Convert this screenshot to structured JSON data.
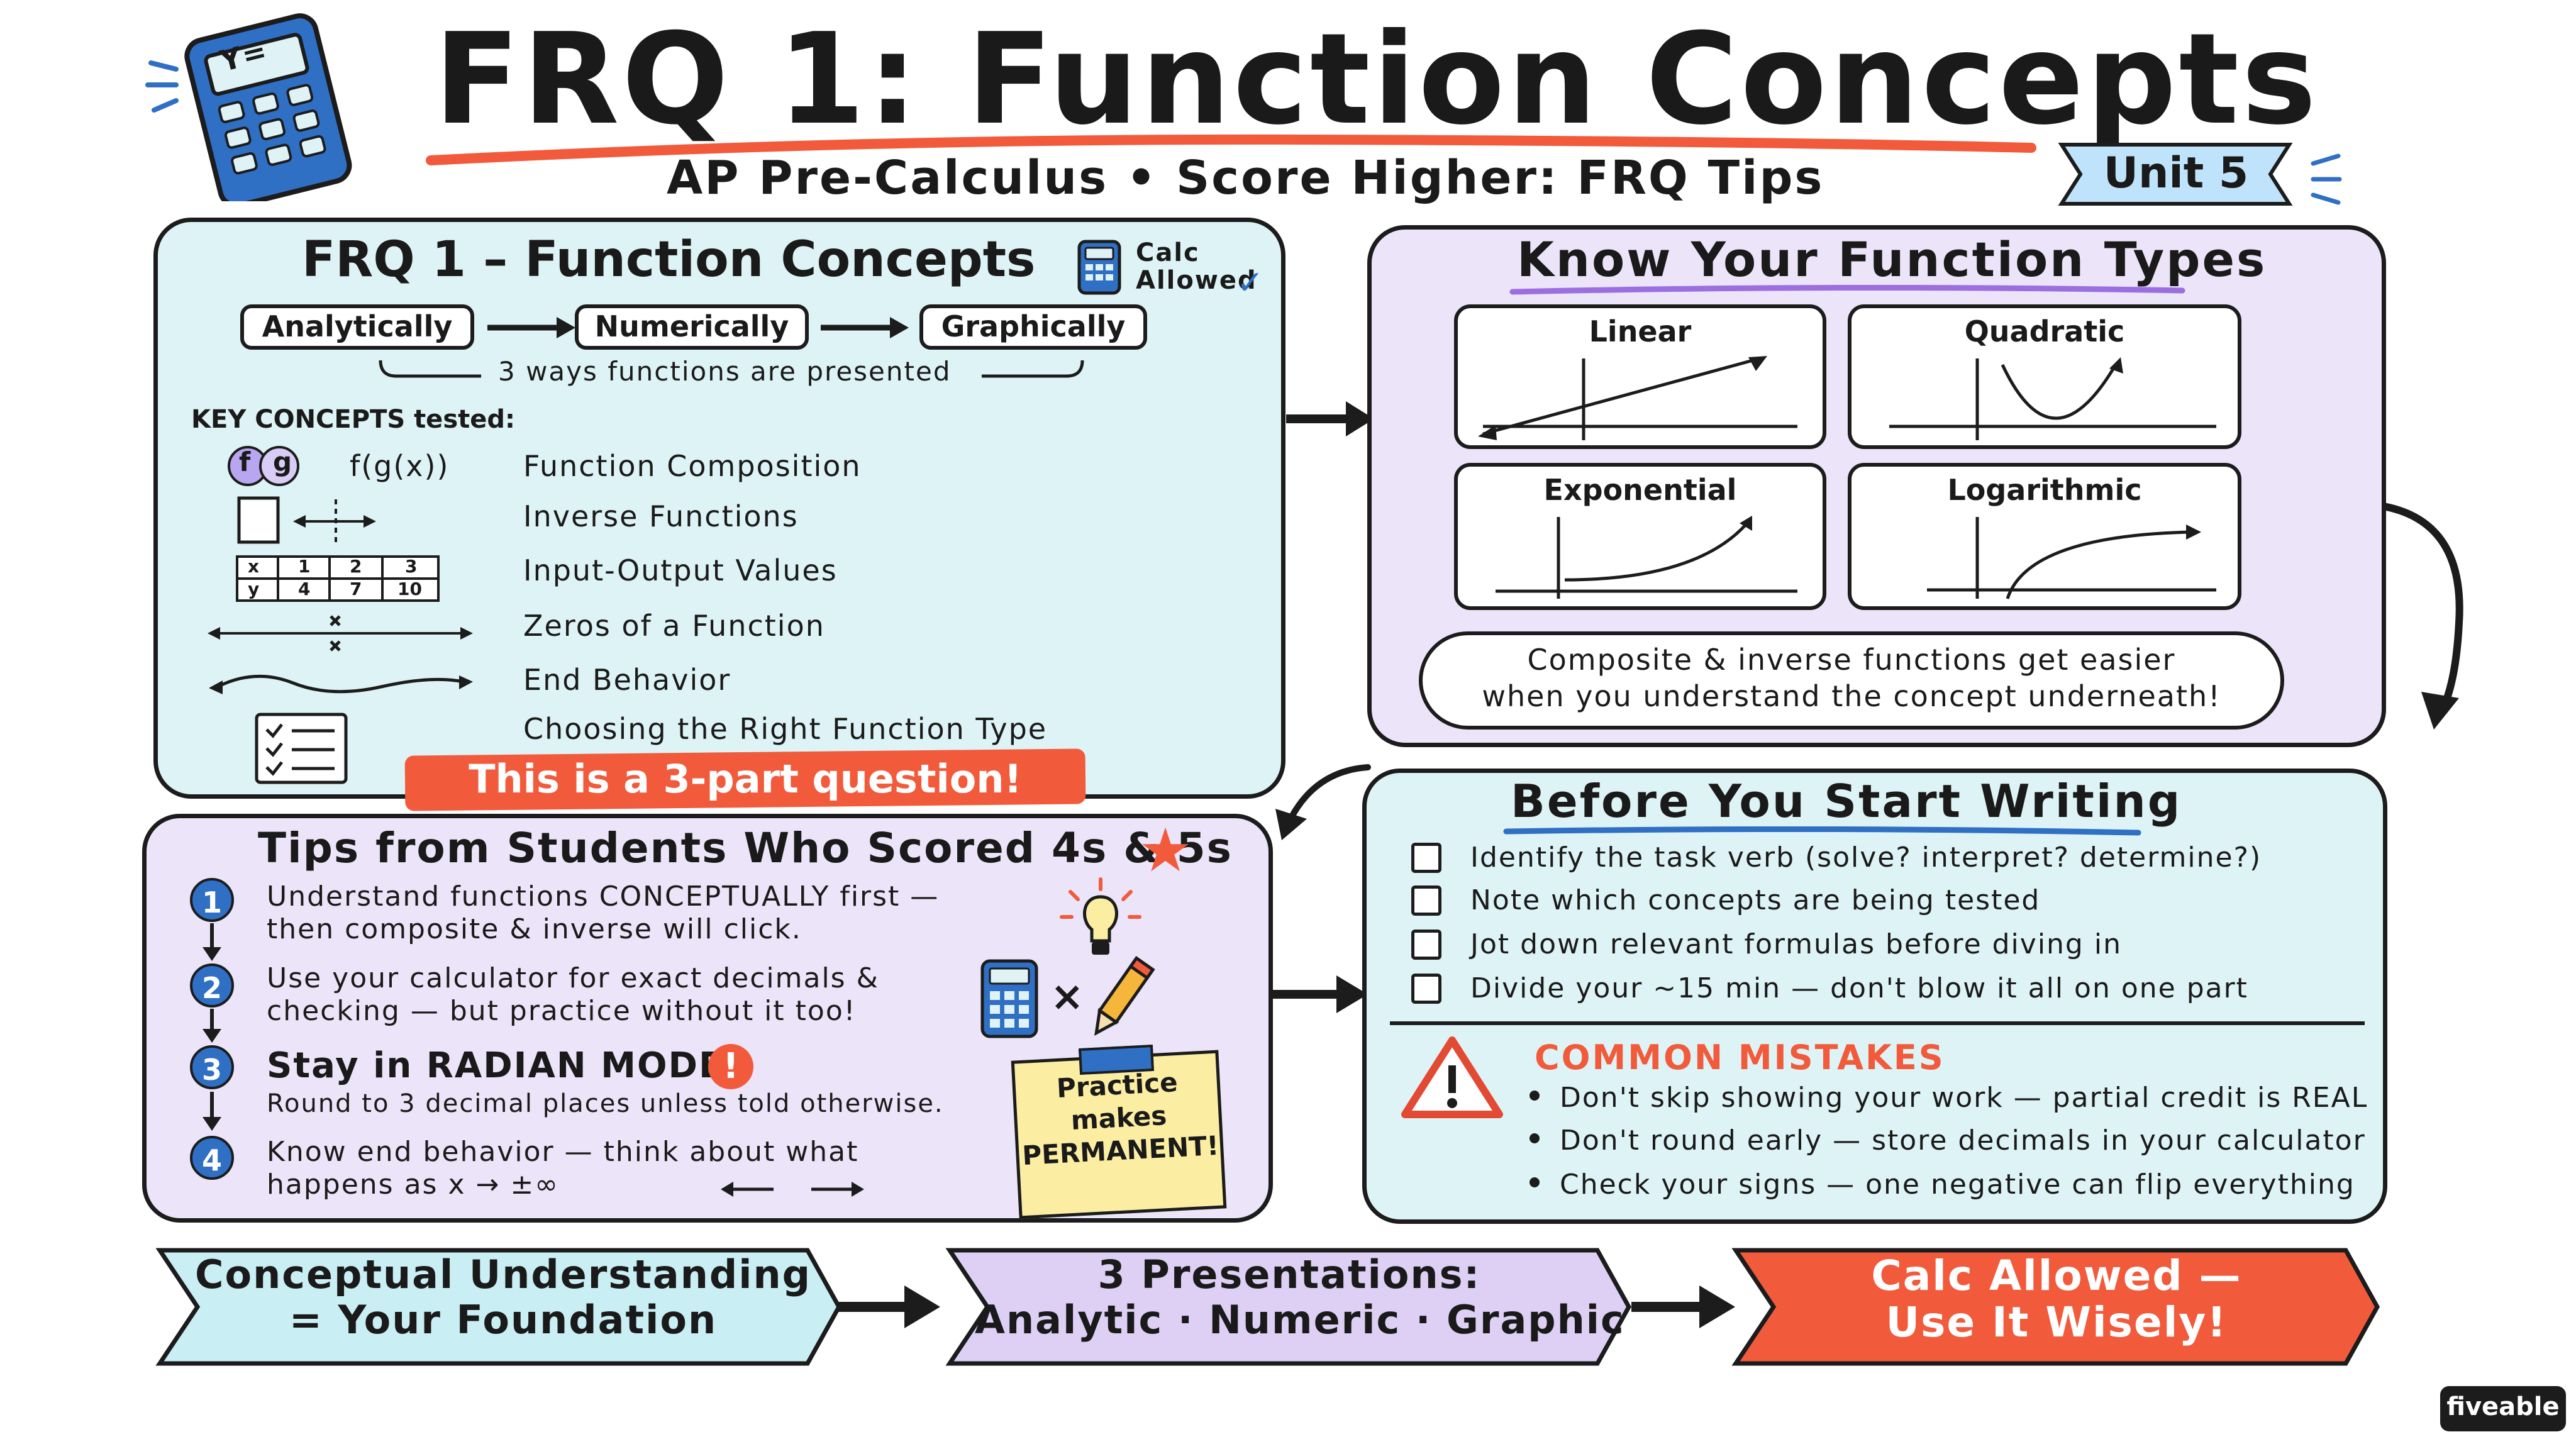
{
  "header": {
    "title": "FRQ 1: Function Concepts",
    "subtitle": "AP Pre-Calculus  •  Score Higher: FRQ Tips",
    "unit_badge": "Unit 5",
    "calculator_screen": "Y="
  },
  "concepts_panel": {
    "title": "FRQ 1 – Function Concepts",
    "calc_label": "Calc\nAllowed",
    "ways": [
      "Analytically",
      "Numerically",
      "Graphically"
    ],
    "ways_caption": "3 ways functions are presented",
    "key_concepts_label": "KEY CONCEPTS tested:",
    "composition_symbol": "f(g(x))",
    "composition_f": "f",
    "composition_g": "g",
    "concepts": [
      "Function Composition",
      "Inverse Functions",
      "Input-Output Values",
      "Zeros of a Function",
      "End Behavior",
      "Choosing the Right Function Type"
    ],
    "table": {
      "x_label": "x",
      "y_label": "y",
      "x_values": [
        "1",
        "2",
        "3"
      ],
      "y_values": [
        "4",
        "7",
        "10"
      ]
    },
    "banner": "This is a 3-part question!"
  },
  "types_panel": {
    "title": "Know Your Function Types",
    "types": [
      "Linear",
      "Quadratic",
      "Exponential",
      "Logarithmic"
    ],
    "note": "Composite & inverse functions get easier\nwhen you understand the concept underneath!"
  },
  "tips_panel": {
    "title": "Tips from Students Who Scored 4s & 5s",
    "tips": [
      {
        "n": "1",
        "line1": "Understand functions CONCEPTUALLY first —",
        "line2": "then composite & inverse will click."
      },
      {
        "n": "2",
        "line1": "Use your calculator for exact decimals &",
        "line2": "checking — but practice without it too!"
      },
      {
        "n": "3",
        "line1": "Stay in RADIAN MODE",
        "line2": "Round to 3 decimal places unless told otherwise."
      },
      {
        "n": "4",
        "line1": "Know end behavior — think about what",
        "line2": "happens as x → ±∞"
      }
    ],
    "times_symbol": "×",
    "sticky_note": "Practice\nmakes\nPERMANENT!"
  },
  "writing_panel": {
    "title": "Before You Start Writing",
    "checklist": [
      "Identify the task verb (solve? interpret? determine?)",
      "Note which concepts are being tested",
      "Jot down relevant formulas before diving in",
      "Divide your ~15 min — don't blow it all on one part"
    ],
    "mistakes_title": "COMMON MISTAKES",
    "mistakes": [
      "Don't skip showing your work — partial credit is REAL",
      "Don't round early — store decimals in your calculator",
      "Check your signs — one negative can flip everything"
    ]
  },
  "footer": {
    "ribbons": [
      {
        "line1": "Conceptual Understanding",
        "line2": "= Your Foundation",
        "color": "#c9eef3"
      },
      {
        "line1": "3 Presentations:",
        "line2": "Analytic · Numeric · Graphic",
        "color": "#ddd0f4"
      },
      {
        "line1": "Calc Allowed —",
        "line2": "Use It Wisely!",
        "color": "#f25a3c"
      }
    ],
    "brand": "fiveable"
  },
  "colors": {
    "teal_panel": "#def3f5",
    "lavender_panel": "#ece4f8",
    "accent_red": "#f25a3c",
    "blue": "#2f6fc4",
    "purple_underline": "#9b6fe0",
    "sticky_yellow": "#fbeea2"
  }
}
